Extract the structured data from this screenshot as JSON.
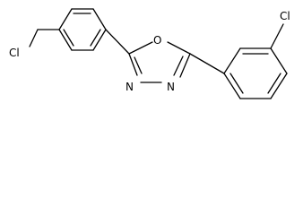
{
  "structure": {
    "atoms": {
      "cl_left": "Cl",
      "o_ring": "O",
      "n_left": "N",
      "n_right": "N",
      "cl_right": "Cl"
    }
  }
}
